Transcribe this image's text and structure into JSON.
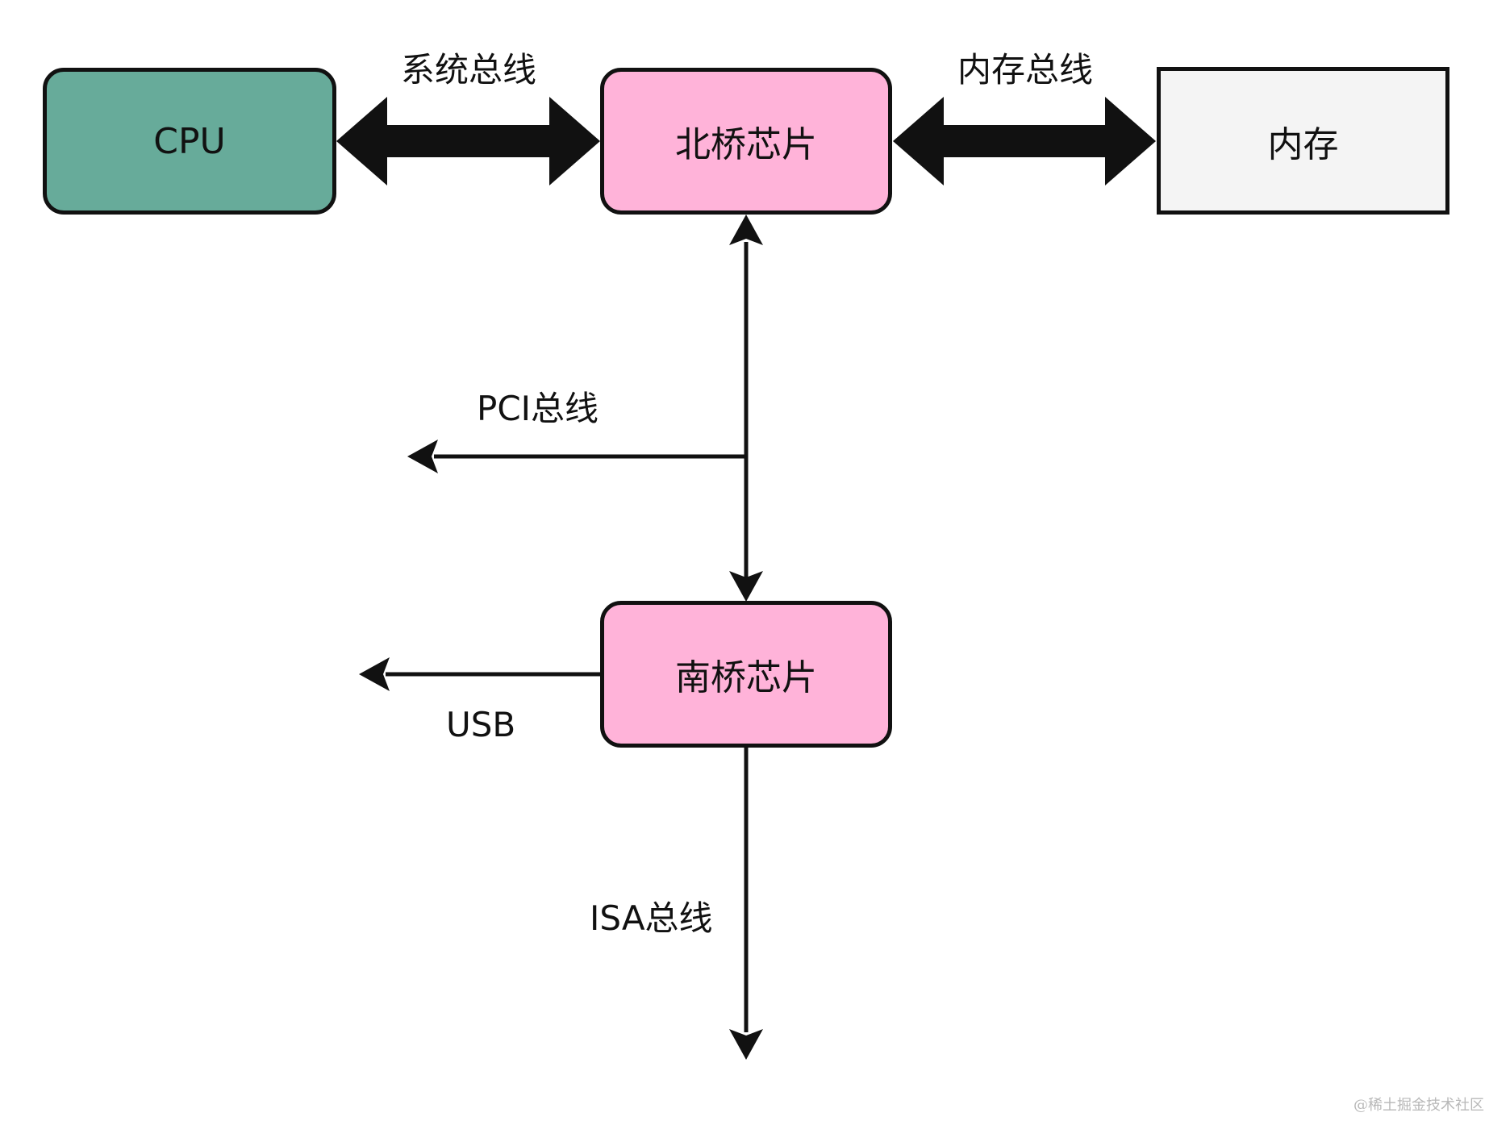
{
  "nodes": {
    "cpu": {
      "label": "CPU",
      "fill": "#67ab9a"
    },
    "northbridge": {
      "label": "北桥芯片",
      "fill": "#ffb3d9"
    },
    "memory": {
      "label": "内存",
      "fill": "#f4f4f4"
    },
    "southbridge": {
      "label": "南桥芯片",
      "fill": "#ffb3d9"
    }
  },
  "edges": {
    "system_bus": {
      "label": "系统总线"
    },
    "memory_bus": {
      "label": "内存总线"
    },
    "pci_bus": {
      "label": "PCI总线"
    },
    "usb": {
      "label": "USB"
    },
    "isa_bus": {
      "label": "ISA总线"
    }
  },
  "colors": {
    "stroke": "#111111",
    "background": "#ffffff"
  },
  "watermark": "@稀土掘金技术社区"
}
